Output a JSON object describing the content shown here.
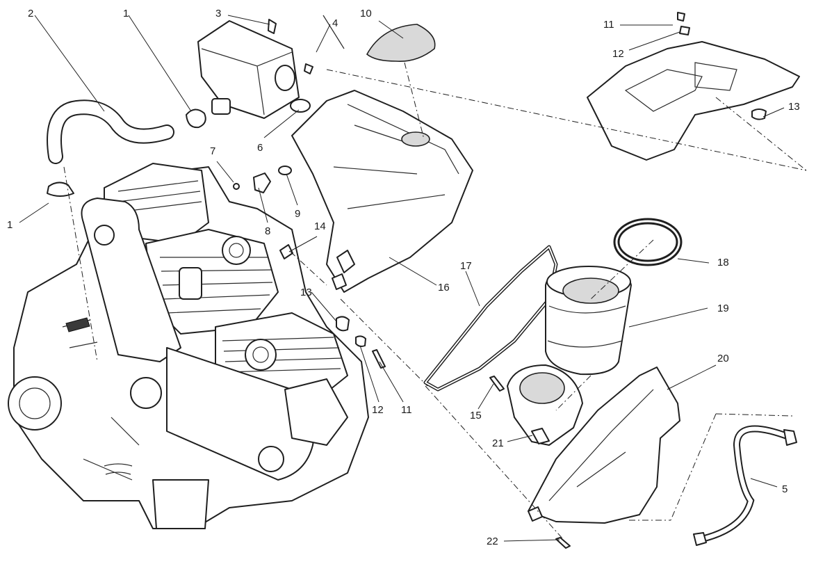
{
  "callouts": [
    {
      "id": "c1a",
      "text": "1"
    },
    {
      "id": "c2",
      "text": "2"
    },
    {
      "id": "c1b",
      "text": "1"
    },
    {
      "id": "c3",
      "text": "3"
    },
    {
      "id": "c4",
      "text": "4"
    },
    {
      "id": "c10",
      "text": "10"
    },
    {
      "id": "c11a",
      "text": "11"
    },
    {
      "id": "c12a",
      "text": "12"
    },
    {
      "id": "c13a",
      "text": "13"
    },
    {
      "id": "c6",
      "text": "6"
    },
    {
      "id": "c7",
      "text": "7"
    },
    {
      "id": "c8",
      "text": "8"
    },
    {
      "id": "c9",
      "text": "9"
    },
    {
      "id": "c14",
      "text": "14"
    },
    {
      "id": "c13b",
      "text": "13"
    },
    {
      "id": "c16",
      "text": "16"
    },
    {
      "id": "c17",
      "text": "17"
    },
    {
      "id": "c18",
      "text": "18"
    },
    {
      "id": "c19",
      "text": "19"
    },
    {
      "id": "c20",
      "text": "20"
    },
    {
      "id": "c12b",
      "text": "12"
    },
    {
      "id": "c11b",
      "text": "11"
    },
    {
      "id": "c15",
      "text": "15"
    },
    {
      "id": "c21",
      "text": "21"
    },
    {
      "id": "c5",
      "text": "5"
    },
    {
      "id": "c22",
      "text": "22"
    }
  ]
}
